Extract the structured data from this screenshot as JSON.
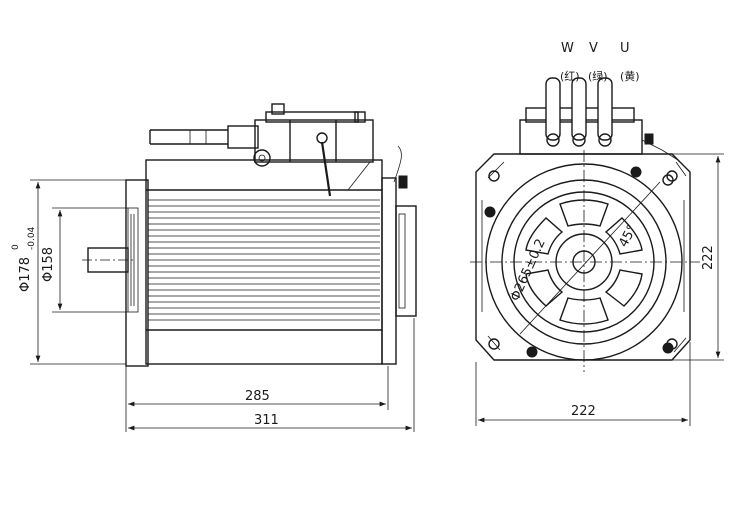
{
  "side_view": {
    "overall_length": "311",
    "body_length": "285",
    "flange_diameter": "Φ178",
    "flange_tol_upper": "0",
    "flange_tol_lower": "-0.04",
    "spigot_diameter": "Φ158"
  },
  "front_view": {
    "width": "222",
    "height": "222",
    "bolt_circle": "Φ265±0.2",
    "angle": "45°",
    "phases": [
      "W",
      "V",
      "U"
    ],
    "wire_colors": [
      "(红)",
      "(绿)",
      "(黄)"
    ]
  }
}
